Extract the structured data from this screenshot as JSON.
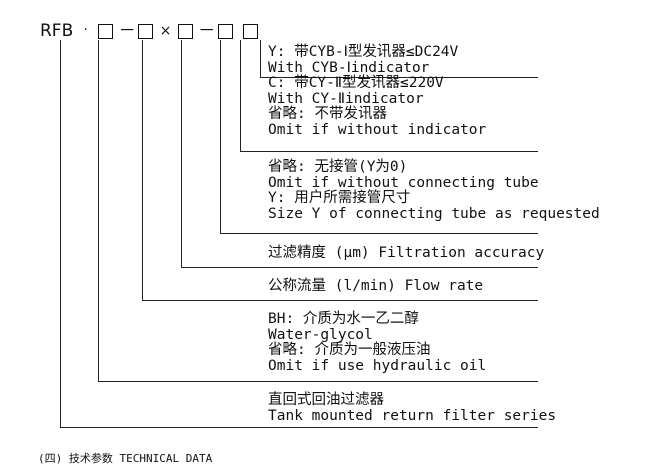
{
  "model_code": {
    "prefix": "RFB",
    "dot": "·",
    "separators": [
      "－",
      "×",
      "－"
    ]
  },
  "groups": [
    {
      "id": "indicator",
      "lines": [
        "Y: 带CYB-Ⅰ型发讯器≤DC24V",
        "With CYB-Ⅰindicator",
        "C: 带CY-Ⅱ型发讯器≤220V",
        "With CY-Ⅱindicator",
        "省略: 不带发讯器",
        "Omit if without indicator"
      ]
    },
    {
      "id": "connecting-tube",
      "lines": [
        "省略: 无接管(Y为0)",
        "Omit if without connecting tube",
        "Y: 用户所需接管尺寸",
        "Size Y of connecting tube as requested"
      ]
    },
    {
      "id": "filtration-accuracy",
      "lines": [
        "过滤精度 (μm) Filtration accuracy"
      ]
    },
    {
      "id": "flow-rate",
      "lines": [
        "公称流量 (l/min) Flow rate"
      ]
    },
    {
      "id": "medium",
      "lines": [
        "BH: 介质为水一乙二醇",
        "Water-glycol",
        "省略: 介质为一般液压油",
        "Omit if use hydraulic oil"
      ]
    },
    {
      "id": "series",
      "lines": [
        "直回式回油过滤器",
        "Tank mounted return filter series"
      ]
    }
  ],
  "footer": "(四) 技术参数 TECHNICAL DATA"
}
